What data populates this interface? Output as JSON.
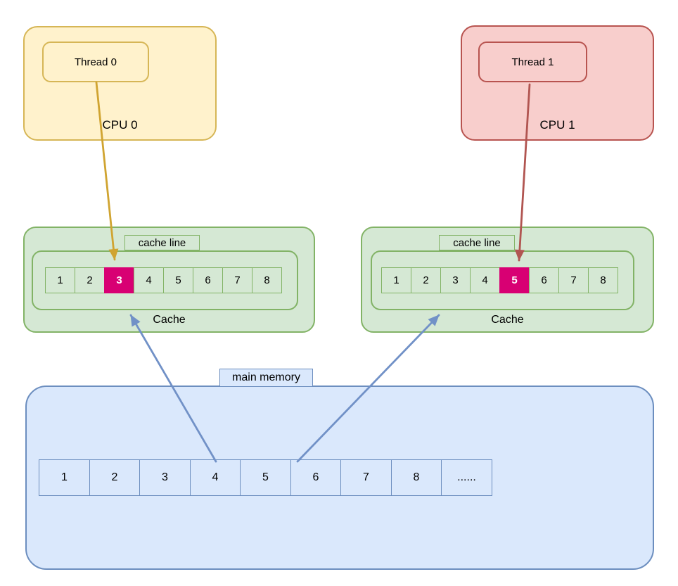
{
  "colors": {
    "yellow_fill": "#FFF2CC",
    "yellow_border": "#D6B656",
    "red_fill": "#F8CECC",
    "red_border": "#B85450",
    "green_fill": "#D5E8D4",
    "green_border": "#82B366",
    "blue_fill": "#DAE8FC",
    "blue_border": "#6C8EBF",
    "highlight_fill": "#D80073",
    "highlight_text": "#FFFFFF",
    "arrow_yellow": "#D0A431",
    "arrow_red": "#B15551",
    "arrow_blue": "#7191C7"
  },
  "cpu0": {
    "label": "CPU 0",
    "thread_label": "Thread 0"
  },
  "cpu1": {
    "label": "CPU 1",
    "thread_label": "Thread 1"
  },
  "caches": [
    {
      "line_label": "cache line",
      "name": "Cache",
      "cells": [
        "1",
        "2",
        "3",
        "4",
        "5",
        "6",
        "7",
        "8"
      ],
      "highlight_index": 2
    },
    {
      "line_label": "cache line",
      "name": "Cache",
      "cells": [
        "1",
        "2",
        "3",
        "4",
        "5",
        "6",
        "7",
        "8"
      ],
      "highlight_index": 4
    }
  ],
  "memory": {
    "label": "main memory",
    "cells": [
      "1",
      "2",
      "3",
      "4",
      "5",
      "6",
      "7",
      "8",
      "......"
    ]
  }
}
